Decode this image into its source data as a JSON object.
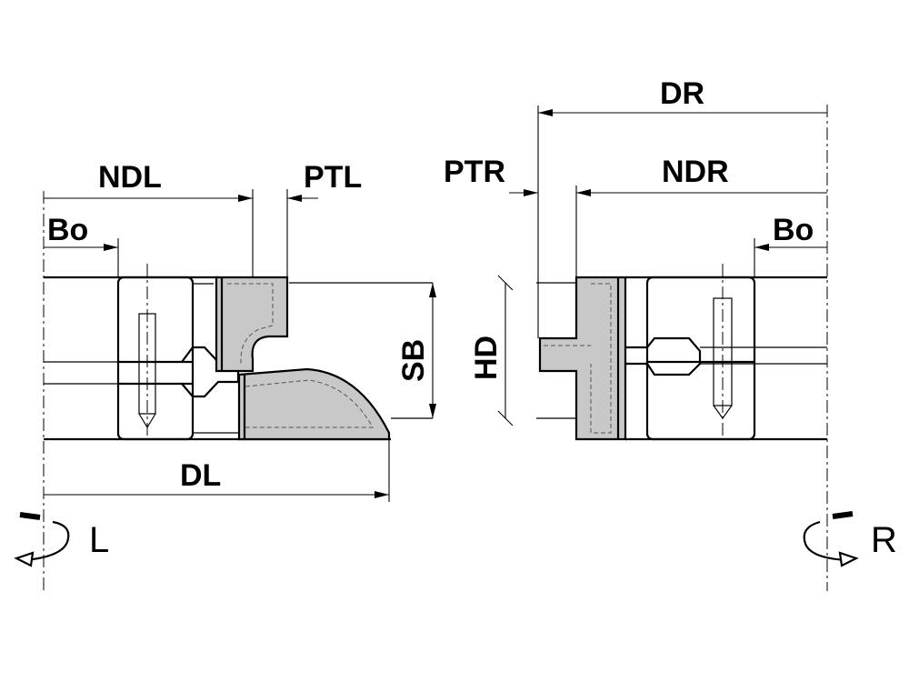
{
  "labels": {
    "ndl": "NDL",
    "ptl": "PTL",
    "bo_left": "Bo",
    "sb": "SB",
    "hd": "HD",
    "dl": "DL",
    "dr": "DR",
    "ptr": "PTR",
    "ndr": "NDR",
    "bo_right": "Bo",
    "rot_left": "L",
    "rot_right": "R"
  },
  "colors": {
    "cutter_fill": "#c8c8c8",
    "line": "#000000"
  }
}
